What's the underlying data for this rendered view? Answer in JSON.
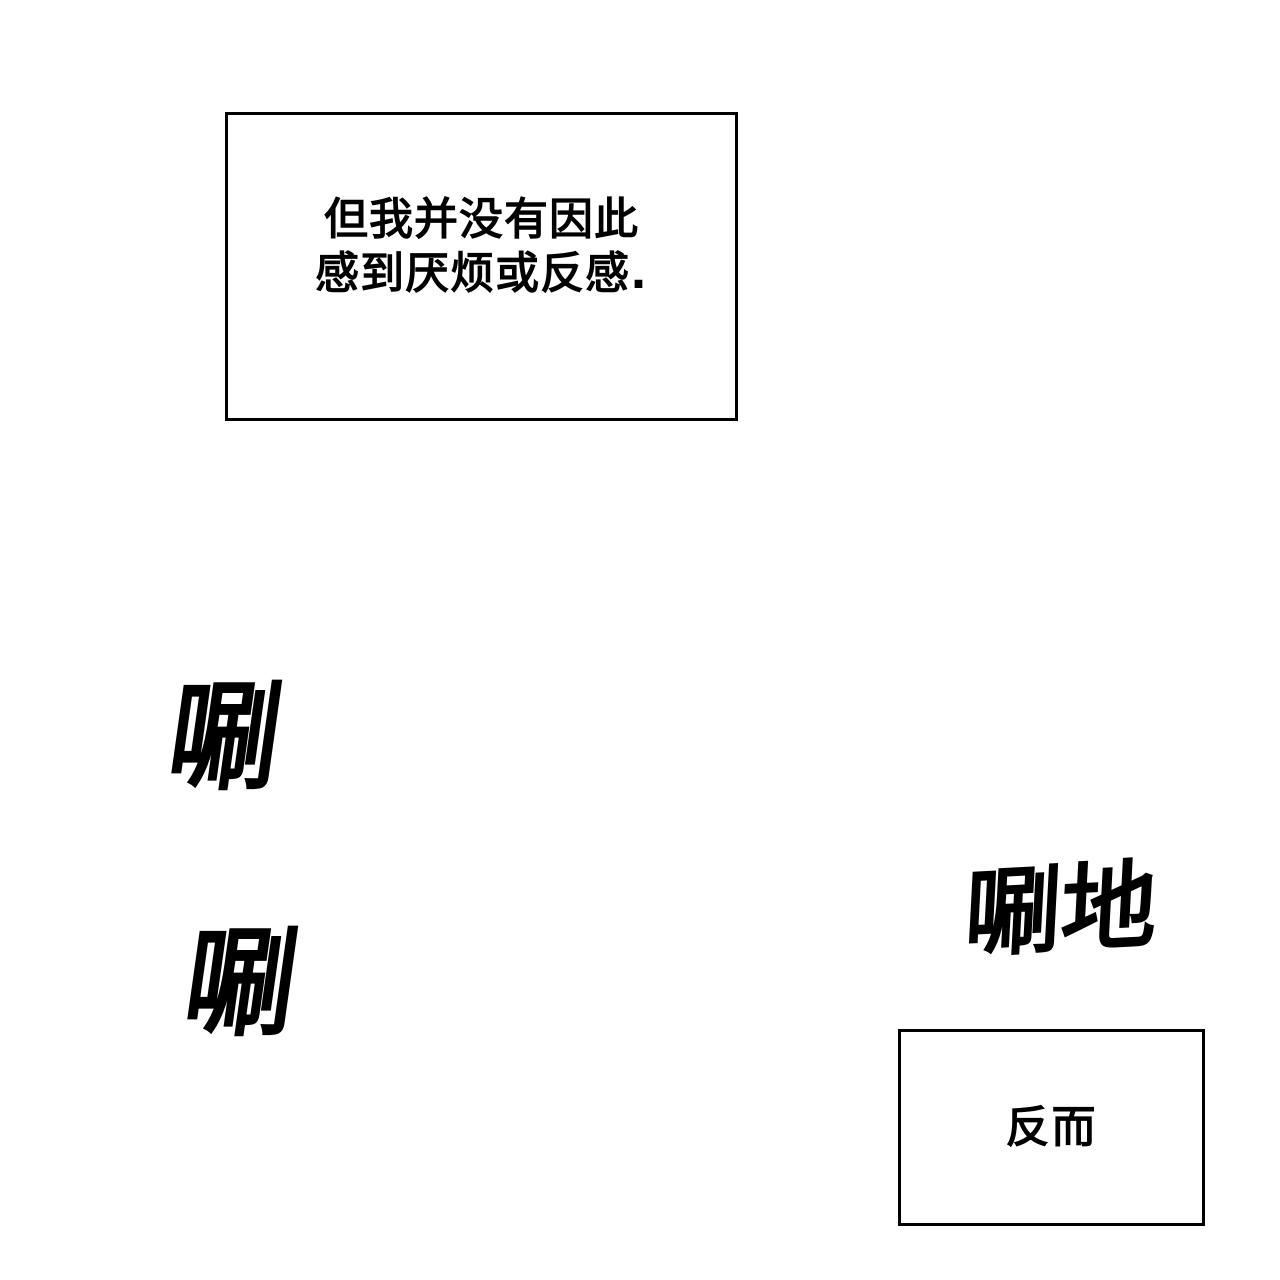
{
  "captions": {
    "first": "但我并没有因此\n感到厌烦或反感.",
    "second": "反而"
  },
  "sound_effects": {
    "swish_1": "唰",
    "swish_2": "唰",
    "swish_3": "唰地"
  }
}
